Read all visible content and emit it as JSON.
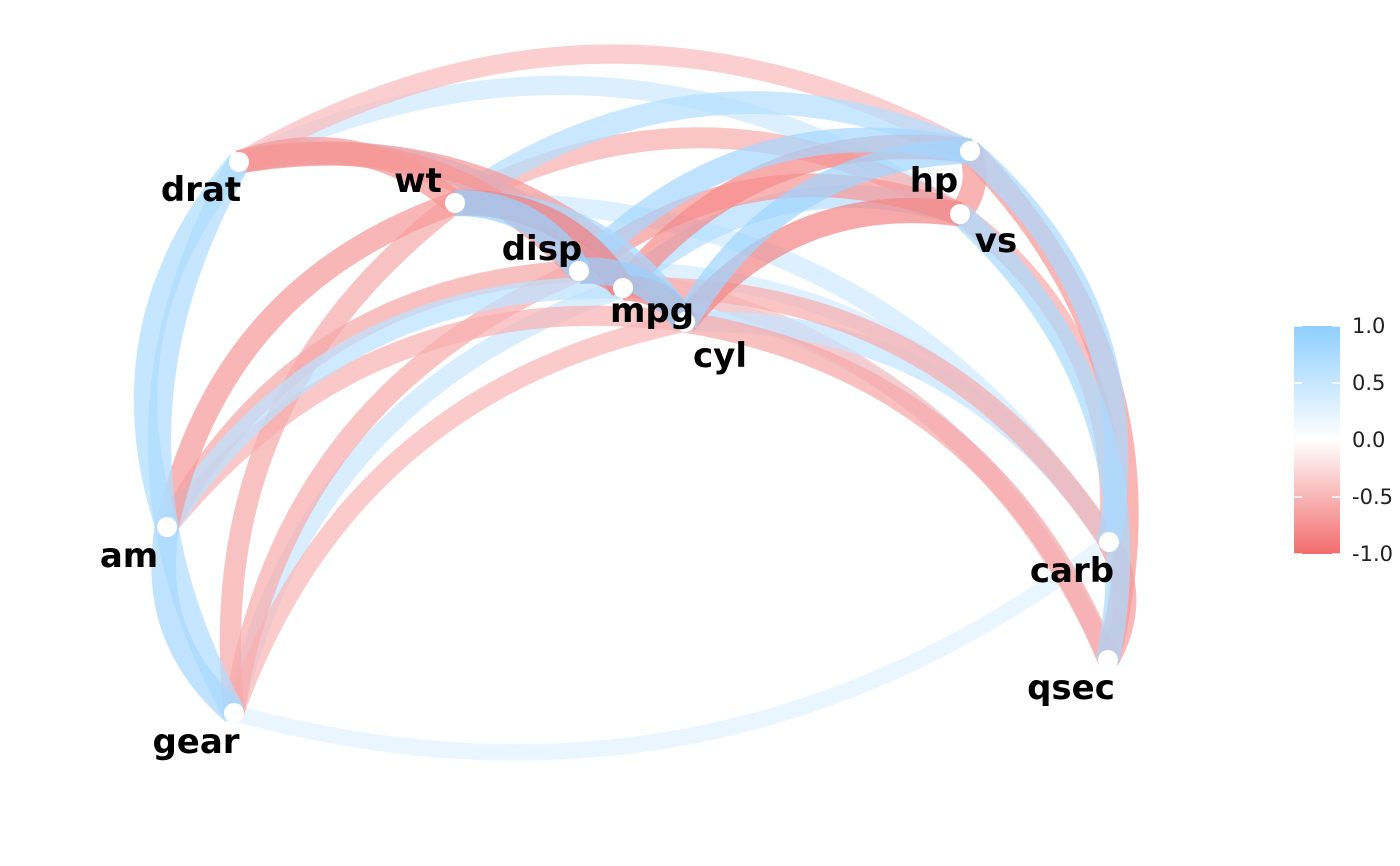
{
  "nodes": [
    {
      "id": "mpg",
      "label": "mpg"
    },
    {
      "id": "cyl",
      "label": "cyl"
    },
    {
      "id": "disp",
      "label": "disp"
    },
    {
      "id": "hp",
      "label": "hp"
    },
    {
      "id": "drat",
      "label": "drat"
    },
    {
      "id": "wt",
      "label": "wt"
    },
    {
      "id": "qsec",
      "label": "qsec"
    },
    {
      "id": "vs",
      "label": "vs"
    },
    {
      "id": "am",
      "label": "am"
    },
    {
      "id": "gear",
      "label": "gear"
    },
    {
      "id": "carb",
      "label": "carb"
    }
  ],
  "edges": [
    {
      "from": "mpg",
      "to": "cyl",
      "r": -0.85
    },
    {
      "from": "mpg",
      "to": "disp",
      "r": -0.85
    },
    {
      "from": "mpg",
      "to": "hp",
      "r": -0.78
    },
    {
      "from": "mpg",
      "to": "drat",
      "r": 0.68
    },
    {
      "from": "mpg",
      "to": "wt",
      "r": -0.87
    },
    {
      "from": "mpg",
      "to": "vs",
      "r": 0.66
    },
    {
      "from": "mpg",
      "to": "am",
      "r": 0.6
    },
    {
      "from": "mpg",
      "to": "gear",
      "r": 0.48
    },
    {
      "from": "mpg",
      "to": "carb",
      "r": -0.55
    },
    {
      "from": "mpg",
      "to": "qsec",
      "r": 0.42
    },
    {
      "from": "cyl",
      "to": "disp",
      "r": 0.9
    },
    {
      "from": "cyl",
      "to": "hp",
      "r": 0.83
    },
    {
      "from": "cyl",
      "to": "drat",
      "r": -0.7
    },
    {
      "from": "cyl",
      "to": "wt",
      "r": 0.78
    },
    {
      "from": "cyl",
      "to": "vs",
      "r": -0.81
    },
    {
      "from": "cyl",
      "to": "am",
      "r": -0.52
    },
    {
      "from": "cyl",
      "to": "gear",
      "r": -0.49
    },
    {
      "from": "cyl",
      "to": "carb",
      "r": 0.53
    },
    {
      "from": "cyl",
      "to": "qsec",
      "r": -0.59
    },
    {
      "from": "disp",
      "to": "hp",
      "r": 0.79
    },
    {
      "from": "disp",
      "to": "drat",
      "r": -0.71
    },
    {
      "from": "disp",
      "to": "wt",
      "r": 0.89
    },
    {
      "from": "disp",
      "to": "vs",
      "r": -0.71
    },
    {
      "from": "disp",
      "to": "am",
      "r": -0.59
    },
    {
      "from": "disp",
      "to": "gear",
      "r": -0.56
    },
    {
      "from": "disp",
      "to": "carb",
      "r": 0.39
    },
    {
      "from": "disp",
      "to": "qsec",
      "r": -0.43
    },
    {
      "from": "hp",
      "to": "drat",
      "r": -0.45
    },
    {
      "from": "hp",
      "to": "wt",
      "r": 0.66
    },
    {
      "from": "hp",
      "to": "qsec",
      "r": -0.71
    },
    {
      "from": "hp",
      "to": "vs",
      "r": -0.72
    },
    {
      "from": "hp",
      "to": "carb",
      "r": 0.75
    },
    {
      "from": "drat",
      "to": "wt",
      "r": -0.71
    },
    {
      "from": "drat",
      "to": "vs",
      "r": 0.44
    },
    {
      "from": "drat",
      "to": "am",
      "r": 0.71
    },
    {
      "from": "drat",
      "to": "gear",
      "r": 0.7
    },
    {
      "from": "wt",
      "to": "vs",
      "r": -0.55
    },
    {
      "from": "wt",
      "to": "am",
      "r": -0.69
    },
    {
      "from": "wt",
      "to": "gear",
      "r": -0.58
    },
    {
      "from": "wt",
      "to": "carb",
      "r": 0.43
    },
    {
      "from": "qsec",
      "to": "vs",
      "r": 0.74
    },
    {
      "from": "qsec",
      "to": "carb",
      "r": -0.66
    },
    {
      "from": "vs",
      "to": "carb",
      "r": -0.57
    },
    {
      "from": "am",
      "to": "gear",
      "r": 0.79
    },
    {
      "from": "gear",
      "to": "carb",
      "r": 0.27
    }
  ],
  "legend": {
    "ticks": [
      "1.0",
      "0.5",
      "0.0",
      "-0.5",
      "-1.0"
    ],
    "tick_values": [
      1.0,
      0.5,
      0.0,
      -0.5,
      -1.0
    ],
    "colors": {
      "positive": "#8ECEFF",
      "zero": "#FFFFFF",
      "negative": "#F26C6C"
    }
  }
}
